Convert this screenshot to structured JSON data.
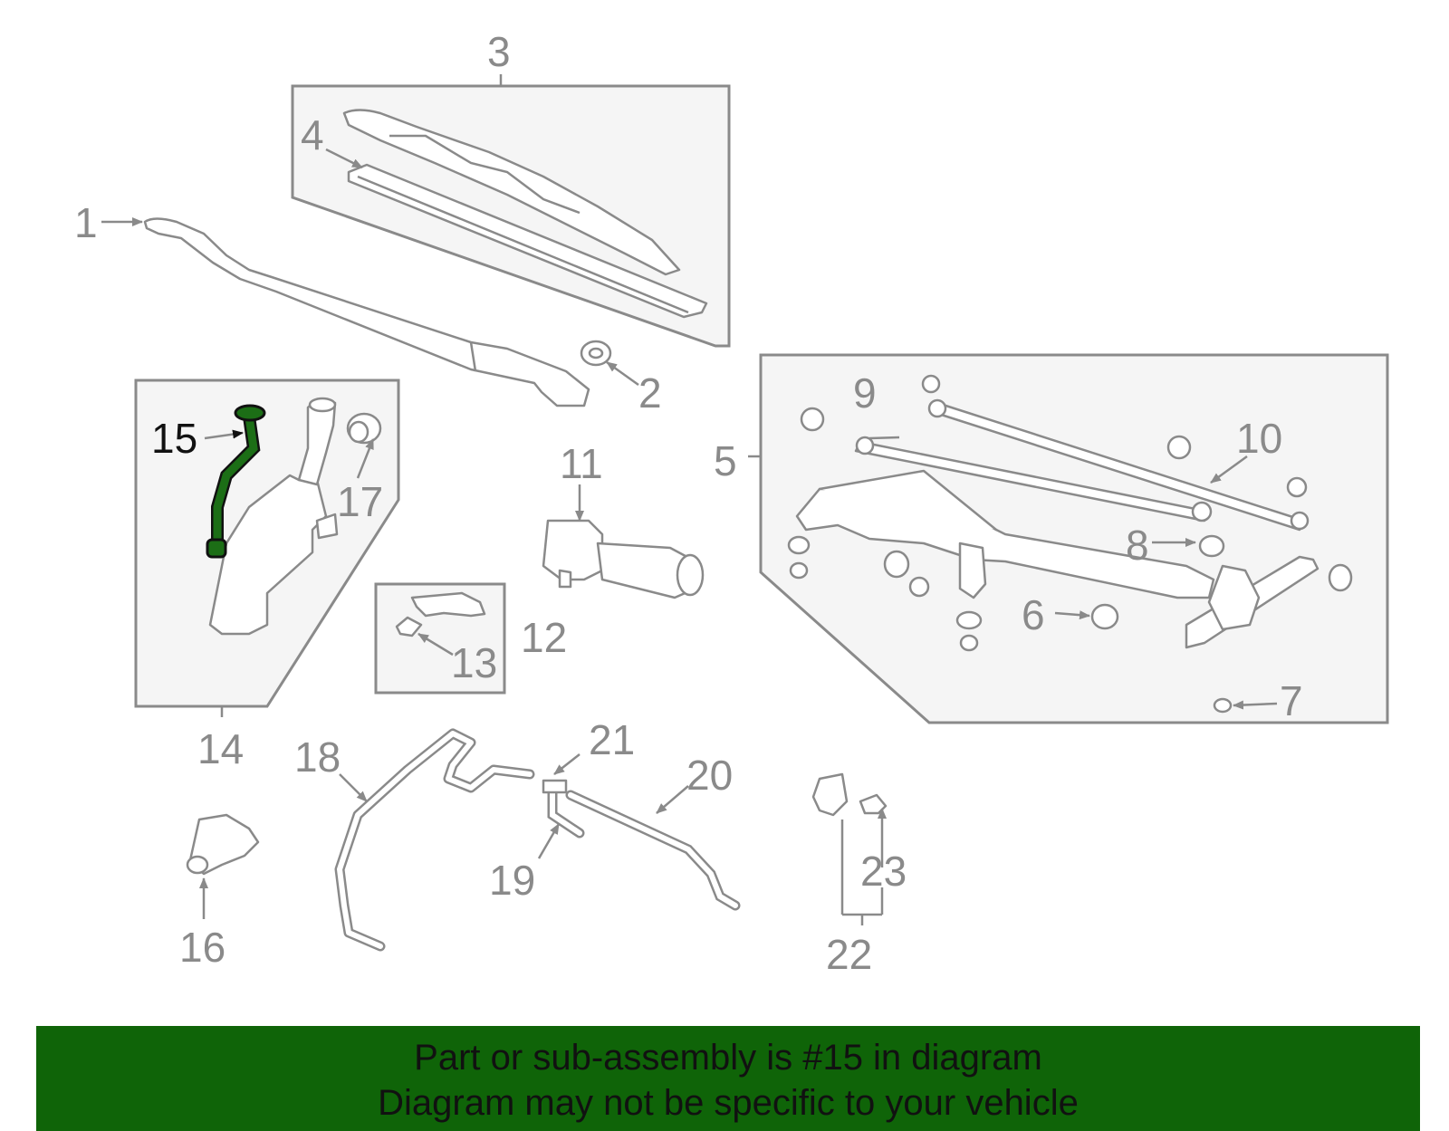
{
  "colors": {
    "part_line": "#8a8a8a",
    "highlight_fill": "#1c6e16",
    "banner_bg": "#0f6408",
    "box_bg": "#f5f5f5"
  },
  "highlighted_part": "15",
  "callouts": {
    "c1": "1",
    "c2": "2",
    "c3": "3",
    "c4": "4",
    "c5": "5",
    "c6": "6",
    "c7": "7",
    "c8": "8",
    "c9": "9",
    "c10": "10",
    "c11": "11",
    "c12": "12",
    "c13": "13",
    "c14": "14",
    "c15": "15",
    "c16": "16",
    "c17": "17",
    "c18": "18",
    "c19": "19",
    "c20": "20",
    "c21": "21",
    "c22": "22",
    "c23": "23"
  },
  "banner": {
    "line1": "Part or sub-assembly is #15 in diagram",
    "line2": "Diagram may not be specific to your vehicle"
  }
}
